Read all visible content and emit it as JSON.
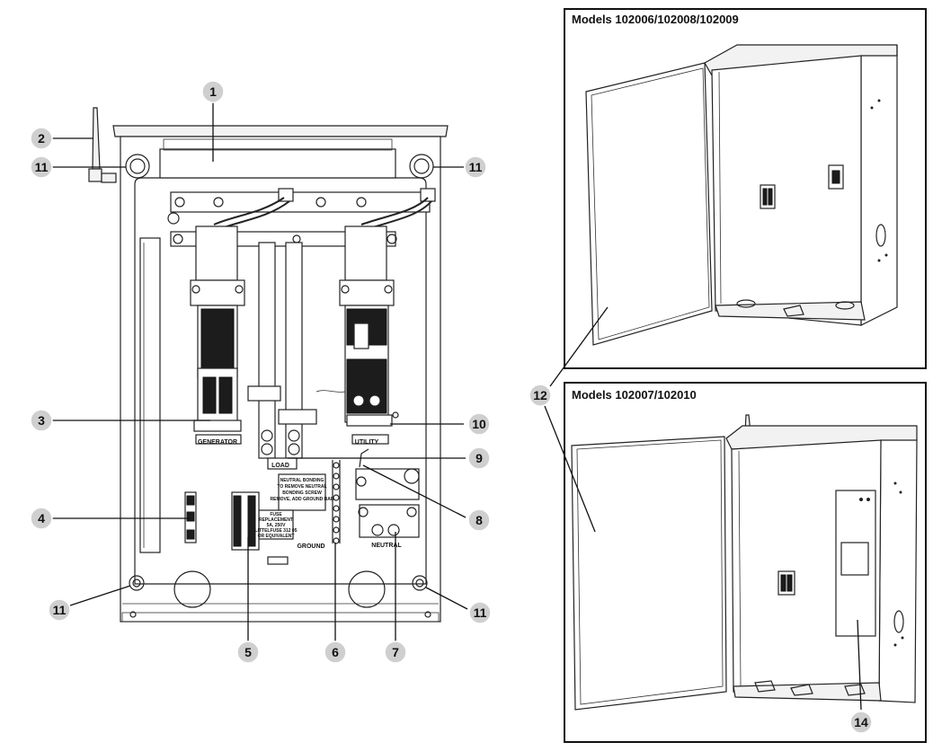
{
  "panels": [
    {
      "title": "Models 102006/102008/102009"
    },
    {
      "title": "Models 102007/102010"
    }
  ],
  "component_labels": {
    "generator": "GENERATOR",
    "utility": "UTILITY",
    "load": "LOAD",
    "ground": "GROUND",
    "neutral": "NEUTRAL"
  },
  "callouts": {
    "c1": "1",
    "c2": "2",
    "c3": "3",
    "c4": "4",
    "c5": "5",
    "c6": "6",
    "c7": "7",
    "c8": "8",
    "c9": "9",
    "c10": "10",
    "c12": "12",
    "c14": "14",
    "c11a": "11",
    "c11b": "11",
    "c11c": "11",
    "c11d": "11"
  },
  "fine_print": {
    "neutral_bonding": [
      "NEUTRAL BONDING",
      "TO REMOVE NEUTRAL",
      "BONDING SCREW",
      "REMOVE, ADD GROUND BAR"
    ],
    "fuse_replacement": [
      "FUSE",
      "REPLACEMENT",
      "5A, 250V",
      "LITTELFUSE 312 05",
      "OR EQUIVALENT"
    ]
  },
  "colors": {
    "callout_fill": "#cfcfcf",
    "line": "#222222"
  }
}
